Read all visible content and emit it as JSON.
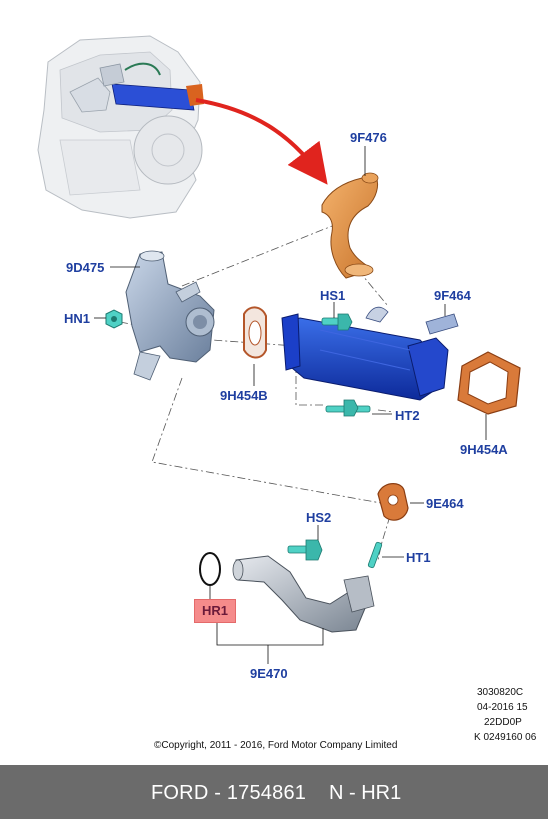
{
  "labels": {
    "p9F476": "9F476",
    "p9D475": "9D475",
    "HS1": "HS1",
    "p9F464": "9F464",
    "HN1": "HN1",
    "p9H454B": "9H454B",
    "HT2": "HT2",
    "p9H454A": "9H454A",
    "p9E464": "9E464",
    "HS2": "HS2",
    "HT1": "HT1",
    "HR1": "HR1",
    "p9E470": "9E470"
  },
  "codes": [
    "3030820C",
    "04-2016 15",
    "22DD0P",
    "K 0249160 06"
  ],
  "copyright": "©Copyright, 2011 - 2016, Ford Motor Company Limited",
  "footer": {
    "part": "FORD - 1754861",
    "ref": "N - HR1"
  },
  "colors": {
    "label_blue": "#1f3fa0",
    "highlight": "#f58b8b",
    "footer_bg": "#6b6b6b",
    "arrow_red": "#e0241e"
  }
}
